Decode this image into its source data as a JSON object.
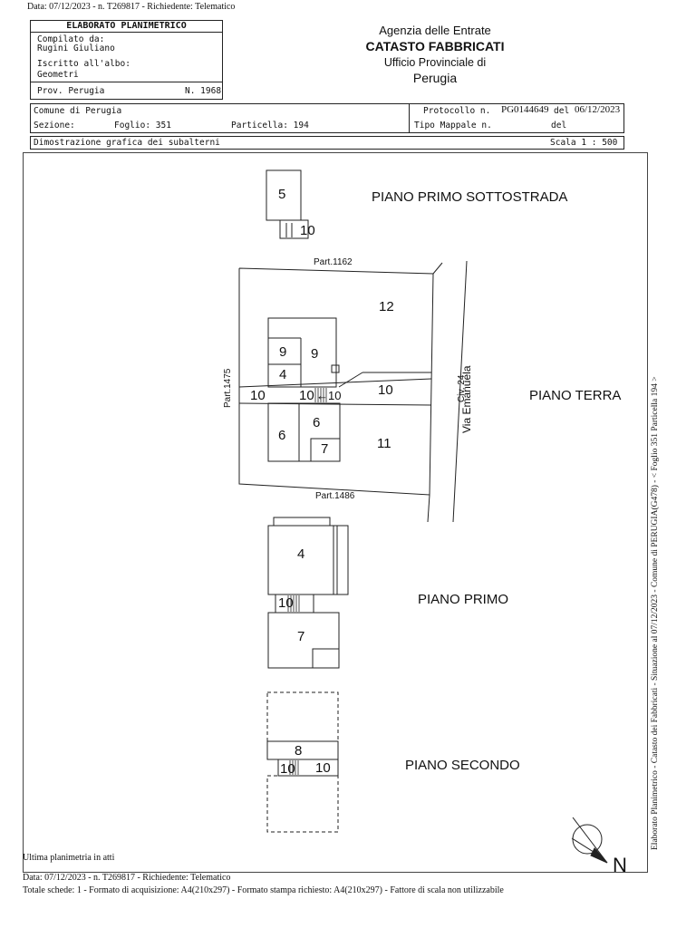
{
  "top_stamp": "Data: 07/12/2023 - n. T269817 - Richiedente: Telematico",
  "header": {
    "box_title": "ELABORATO PLANIMETRICO",
    "compilato_label": "Compilato da:",
    "compilato_name": "Rugini Giuliano",
    "iscritto_label": "Iscritto all'albo:",
    "iscritto_value": "Geometri",
    "prov_label": "Prov. Perugia",
    "prov_num": "N. 1968",
    "agency_line1": "Agenzia delle Entrate",
    "agency_line2": "CATASTO FABBRICATI",
    "agency_line3": "Ufficio Provinciale di",
    "agency_line4": "Perugia"
  },
  "info": {
    "comune": "Comune di Perugia",
    "sezione_label": "Sezione:",
    "foglio": "Foglio: 351",
    "particella": "Particella: 194",
    "protocollo_label": "Protocollo n.",
    "protocollo_value": "PG0144649",
    "del_label": "del",
    "protocollo_date": "06/12/2023",
    "tipo_mappale": "Tipo Mappale n.",
    "del_label_2": "del",
    "descrizione": "Dimostrazione grafica dei subalterni",
    "scala": "Scala 1 : 500"
  },
  "plan": {
    "floors": {
      "sottostrada": "PIANO PRIMO SOTTOSTRADA",
      "terra": "PIANO TERRA",
      "primo": "PIANO PRIMO",
      "secondo": "PIANO SECONDO"
    },
    "part_1162": "Part.1162",
    "part_1475": "Part.1475",
    "part_1486": "Part.1486",
    "civ": "Civ. 24",
    "via": "Via Emanuela",
    "units": {
      "u5": "5",
      "u10a": "10",
      "u12": "12",
      "u9a": "9",
      "u9b": "9",
      "u4a": "4",
      "u10b": "10",
      "u10c": "10",
      "u10d": "←10",
      "u10e": "10",
      "u6a": "6",
      "u6b": "6",
      "u7a": "7",
      "u11": "11",
      "u4b": "4",
      "u10f": "10",
      "u7b": "7",
      "u8": "8",
      "u10g": "10",
      "u10h": "10"
    },
    "north": "N"
  },
  "side_text": "Elaborato Planimetrico - Catasto dei Fabbricati - Situazione al 07/12/2023 - Comune di PERUGIA(G478) - < Foglio 351 Particella 194 >",
  "footer": {
    "ultima": "Ultima planimetria in atti",
    "data": "Data: 07/12/2023 - n. T269817 - Richiedente: Telematico",
    "totale": "Totale schede: 1 - Formato di acquisizione: A4(210x297)  - Formato stampa richiesto: A4(210x297) - Fattore di scala non utilizzabile"
  }
}
